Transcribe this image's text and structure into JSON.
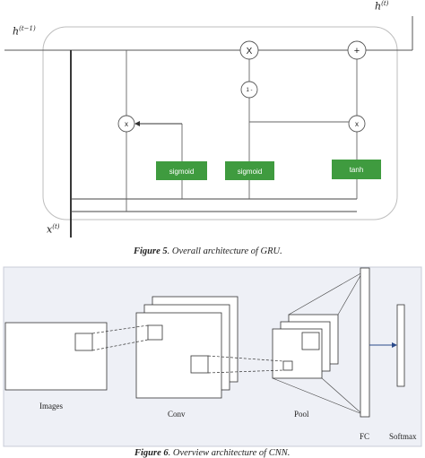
{
  "figure5": {
    "caption_label": "Figure 5",
    "caption_text": ". Overall architecture of GRU.",
    "h_prev": "h",
    "h_prev_sup": "(t−1)",
    "h_out": "h",
    "h_out_sup": "(t)",
    "x_in": "x",
    "x_in_sup": "(t)",
    "ops": {
      "reset_mult": "x",
      "update_mult": "X",
      "one_minus": "1 -",
      "cand_mult": "x",
      "add": "+"
    },
    "gates": [
      "sigmoid",
      "sigmoid",
      "tanh"
    ],
    "gate_color": "#3f9b3f"
  },
  "figure6": {
    "caption_label": "Figure 6",
    "caption_text": ". Overview architecture of CNN.",
    "labels": {
      "images": "Images",
      "conv": "Conv",
      "pool": "Pool",
      "fc": "FC",
      "softmax": "Softmax"
    },
    "arrow_color": "#2b4a8a"
  }
}
